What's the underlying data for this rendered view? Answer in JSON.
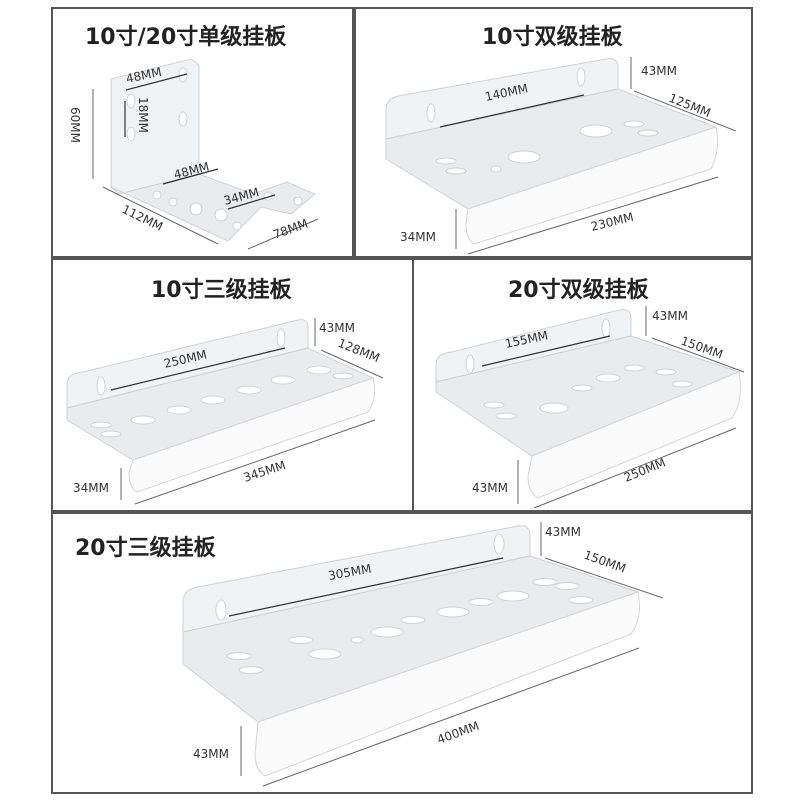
{
  "panels": [
    {
      "title": "10寸/20寸单级挂板",
      "labels": {
        "top_width": "48MM",
        "hole_gap": "18MM",
        "height": "60MM",
        "base_width": "48MM",
        "side_width": "34MM",
        "length": "112MM",
        "depth": "78MM"
      }
    },
    {
      "title": "10寸双级挂板",
      "labels": {
        "top_span": "140MM",
        "back_height": "43MM",
        "depth": "125MM",
        "length": "230MM",
        "front_height": "34MM"
      }
    },
    {
      "title": "10寸三级挂板",
      "labels": {
        "top_span": "250MM",
        "back_height": "43MM",
        "depth": "128MM",
        "length": "345MM",
        "front_height": "34MM"
      }
    },
    {
      "title": "20寸双级挂板",
      "labels": {
        "top_span": "155MM",
        "back_height": "43MM",
        "depth": "150MM",
        "length": "250MM",
        "front_height": "43MM"
      }
    },
    {
      "title": "20寸三级挂板",
      "labels": {
        "top_span": "305MM",
        "back_height": "43MM",
        "depth": "150MM",
        "length": "400MM",
        "front_height": "43MM"
      }
    }
  ]
}
